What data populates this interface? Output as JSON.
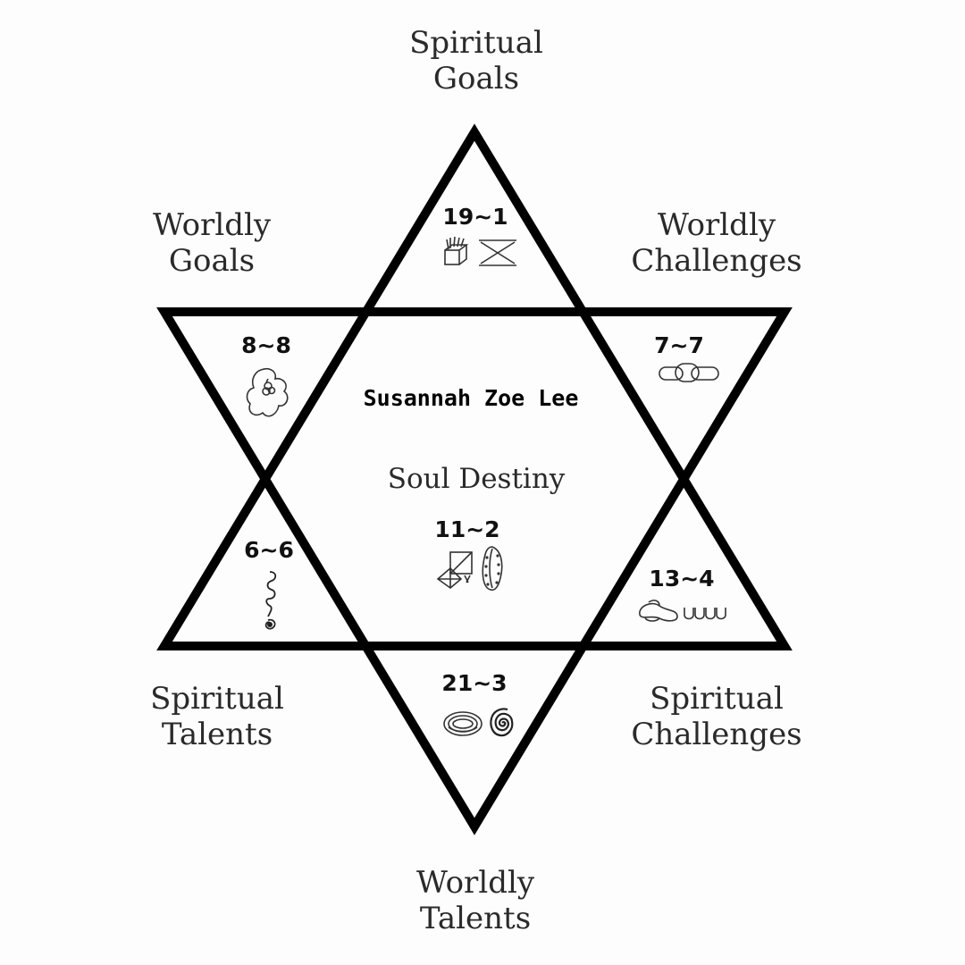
{
  "labels": {
    "top": [
      "Spiritual",
      "Goals"
    ],
    "top_left": [
      "Worldly",
      "Goals"
    ],
    "top_right": [
      "Worldly",
      "Challenges"
    ],
    "bottom_left": [
      "Spiritual",
      "Talents"
    ],
    "bottom_right": [
      "Spiritual",
      "Challenges"
    ],
    "bottom": [
      "Worldly",
      "Talents"
    ]
  },
  "center": {
    "name": "Susannah Zoe Lee",
    "label": "Soul Destiny",
    "number": "11~2"
  },
  "points": {
    "top": "19~1",
    "upper_left": "8~8",
    "upper_right": "7~7",
    "lower_left": "6~6",
    "lower_right": "13~4",
    "bottom": "21~3"
  },
  "icons": {
    "top": [
      "cube-with-sticks-icon",
      "crossed-lines-icon"
    ],
    "upper_left": [
      "blob-with-knot-icon"
    ],
    "upper_right": [
      "chain-links-icon"
    ],
    "center": [
      "square-diagonal-arrows-icon",
      "oval-with-dots-icon"
    ],
    "lower_left": [
      "squiggle-spiral-icon"
    ],
    "lower_right": [
      "twisted-loop-icon",
      "wave-loops-icon"
    ],
    "bottom": [
      "ring-coil-icon",
      "spiral-icon"
    ]
  },
  "colors": {
    "ink": "#000000",
    "text": "#2a2a2a",
    "background": "#fdfdfd"
  }
}
